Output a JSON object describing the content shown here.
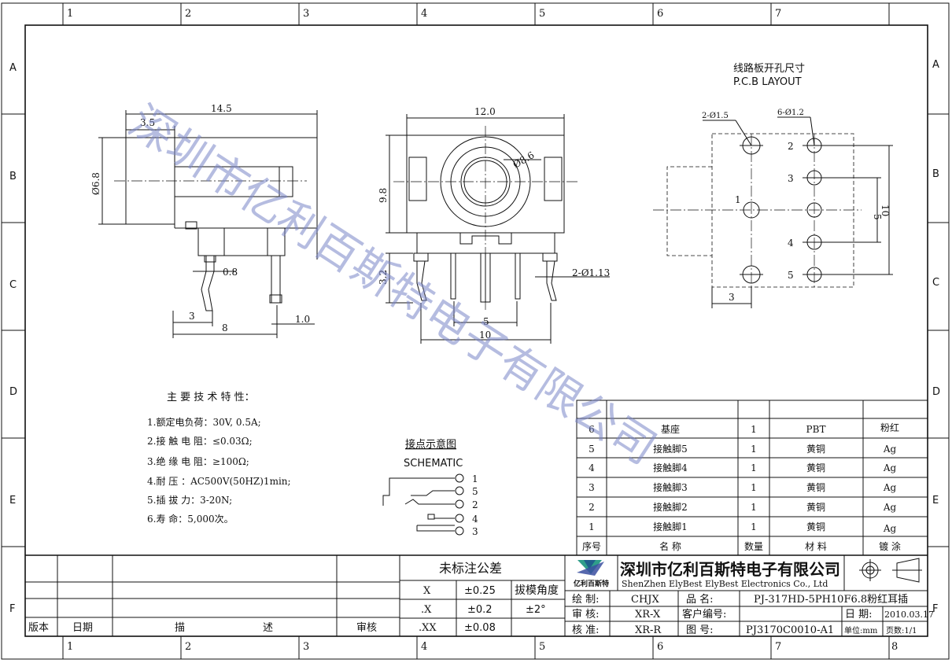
{
  "frame": {
    "col_numbers_top": [
      "1",
      "2",
      "3",
      "4",
      "5",
      "6",
      "7"
    ],
    "col_numbers_bottom": [
      "1",
      "2",
      "3",
      "4",
      "5",
      "6",
      "7",
      "8"
    ],
    "row_letters": [
      "A",
      "B",
      "C",
      "D",
      "E",
      "F"
    ]
  },
  "watermark": "深圳市亿利百斯特电子有限公司",
  "side_view": {
    "dims": {
      "length": "14.5",
      "offset": "3.5",
      "diameter": "Ø6.8",
      "pin_width": "0.8",
      "pin_pos": "3",
      "pin_span": "8",
      "pin_thickness": "1.0"
    }
  },
  "front_view": {
    "dims": {
      "width": "12.0",
      "height": "9.8",
      "hole": "Ø8.6",
      "pin_len": "3.2",
      "hole_dia": "2-Ø1.13",
      "pin_pitch": "5",
      "pin_span": "10"
    }
  },
  "pcb_layout": {
    "title_cn": "线路板开孔尺寸",
    "title_en": "P.C.B LAYOUT",
    "big_holes": "2-Ø1.5",
    "small_holes": "6-Ø1.2",
    "hole_labels": [
      "1",
      "2",
      "3",
      "4",
      "5"
    ],
    "dims": {
      "pitch": "5",
      "span": "10",
      "offset": "3"
    }
  },
  "specs": {
    "heading": "主 要 技 术 特 性：",
    "items": [
      "1.额定电负荷：30V, 0.5A;",
      "2.接  触  电  阻：≤0.03Ω;",
      "3.绝  缘  电  阻：≥100Ω;",
      "4.耐          压 ：AC500V(50HZ)1min;",
      "5.插    拔    力：3-20N;",
      "6.寿          命：5,000次。"
    ]
  },
  "schematic": {
    "title_cn": "接点示意图",
    "title_en": "SCHEMATIC",
    "pins": [
      "1",
      "5",
      "2",
      "4",
      "3"
    ]
  },
  "bom": {
    "header": [
      "序号",
      "名      称",
      "数量",
      "材      料",
      "镀  涂"
    ],
    "rows": [
      [
        "6",
        "基座",
        "1",
        "PBT",
        "粉红"
      ],
      [
        "5",
        "接触脚5",
        "1",
        "黄铜",
        "Ag"
      ],
      [
        "4",
        "接触脚4",
        "1",
        "黄铜",
        "Ag"
      ],
      [
        "3",
        "接触脚3",
        "1",
        "黄铜",
        "Ag"
      ],
      [
        "2",
        "接触脚2",
        "1",
        "黄铜",
        "Ag"
      ],
      [
        "1",
        "接触脚1",
        "1",
        "黄铜",
        "Ag"
      ]
    ]
  },
  "title_block": {
    "revision_header": [
      "版本",
      "日期",
      "描",
      "述",
      "审核"
    ],
    "tolerance_title": "未标注公差",
    "tolerance_rows": [
      [
        "X",
        "±0.25"
      ],
      [
        ".X",
        "±0.2"
      ],
      [
        ".XX",
        "±0.08"
      ]
    ],
    "draft_angle_label": "拔模角度",
    "draft_angle_value": "±2°",
    "logo_text": "亿利百斯特",
    "company_cn": "深圳市亿利百斯特电子有限公司",
    "company_en": "ShenZhen ElyBest ElyBest Electronics Co., Ltd",
    "drawn_label": "绘    制:",
    "drawn_value": "CHJX",
    "checked_label": "审    核:",
    "checked_value": "XR-X",
    "approved_label": "核    准:",
    "approved_value": "XR-R",
    "product_label": "品    名:",
    "product_value": "PJ-317HD-5PH10F6.8粉红耳插",
    "customer_label": "客户编号:",
    "customer_value": "",
    "date_label": "日  期:",
    "date_value": "2010.03.17",
    "drawing_no_label": "图    号:",
    "drawing_no_value": "PJ3170C0010-A1",
    "unit_label": "单位:mm",
    "page_label": "页数:1/1"
  }
}
